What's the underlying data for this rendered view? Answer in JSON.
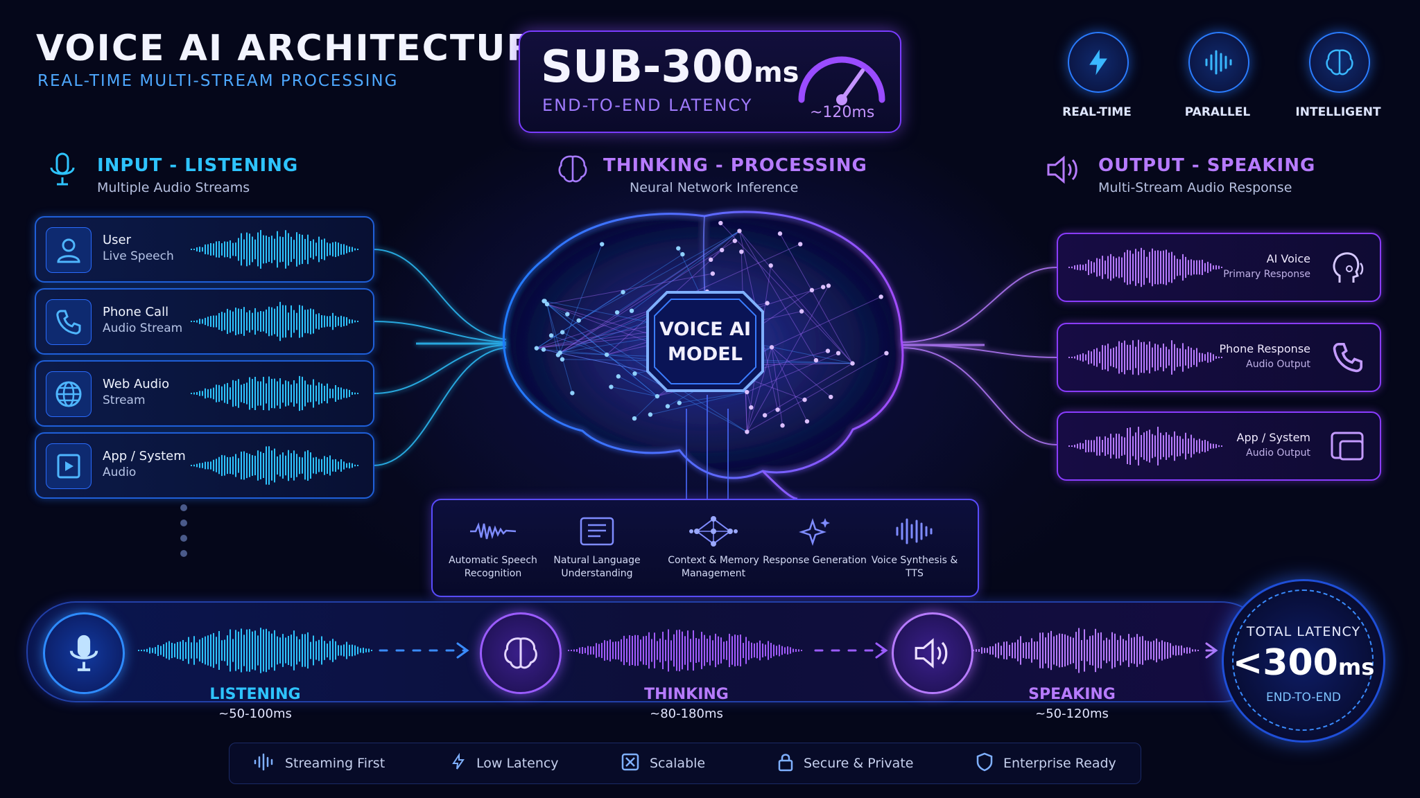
{
  "header": {
    "title": "VOICE AI ARCHITECTURE",
    "subtitle": "REAL-TIME MULTI-STREAM PROCESSING"
  },
  "latency_box": {
    "value": "SUB-300",
    "unit": "ms",
    "caption": "END-TO-END LATENCY",
    "gauge_value": "~120ms"
  },
  "badges": [
    {
      "icon": "lightning-icon",
      "label": "REAL-TIME"
    },
    {
      "icon": "waveform-icon",
      "label": "PARALLEL"
    },
    {
      "icon": "brain-icon",
      "label": "INTELLIGENT"
    }
  ],
  "sections": {
    "input": {
      "title": "INPUT - LISTENING",
      "subtitle": "Multiple Audio Streams"
    },
    "thinking": {
      "title": "THINKING - PROCESSING",
      "subtitle": "Neural Network Inference"
    },
    "output": {
      "title": "OUTPUT - SPEAKING",
      "subtitle": "Multi-Stream Audio Response"
    }
  },
  "inputs": [
    {
      "title": "User",
      "subtitle": "Live Speech",
      "icon": "user-icon"
    },
    {
      "title": "Phone Call",
      "subtitle": "Audio Stream",
      "icon": "phone-icon"
    },
    {
      "title": "Web Audio",
      "subtitle": "Stream",
      "icon": "globe-icon"
    },
    {
      "title": "App / System",
      "subtitle": "Audio",
      "icon": "play-icon"
    }
  ],
  "outputs": [
    {
      "title": "AI Voice",
      "subtitle": "Primary Response",
      "icon": "speaking-head-icon"
    },
    {
      "title": "Phone Response",
      "subtitle": "Audio Output",
      "icon": "phone-icon"
    },
    {
      "title": "App / System",
      "subtitle": "Audio Output",
      "icon": "device-icon"
    }
  ],
  "core": {
    "line1": "VOICE AI",
    "line2": "MODEL"
  },
  "stages": [
    {
      "label": "Automatic Speech Recognition",
      "icon": "wave-icon"
    },
    {
      "label": "Natural Language Understanding",
      "icon": "document-icon"
    },
    {
      "label": "Context & Memory Management",
      "icon": "network-icon"
    },
    {
      "label": "Response Generation",
      "icon": "sparkle-icon"
    },
    {
      "label": "Voice Synthesis & TTS",
      "icon": "waveform-icon"
    }
  ],
  "pipeline": [
    {
      "label": "LISTENING",
      "timing": "~50-100ms",
      "icon": "microphone-icon"
    },
    {
      "label": "THINKING",
      "timing": "~80-180ms",
      "icon": "brain-icon"
    },
    {
      "label": "SPEAKING",
      "timing": "~50-120ms",
      "icon": "speaker-icon"
    }
  ],
  "total": {
    "caption": "TOTAL LATENCY",
    "value": "<300",
    "unit": "ms",
    "subcaption": "END-TO-END"
  },
  "features": [
    {
      "label": "Streaming First",
      "icon": "waveform-icon"
    },
    {
      "label": "Low Latency",
      "icon": "lightning-icon"
    },
    {
      "label": "Scalable",
      "icon": "scale-icon"
    },
    {
      "label": "Secure & Private",
      "icon": "lock-icon"
    },
    {
      "label": "Enterprise Ready",
      "icon": "shield-icon"
    }
  ],
  "colors": {
    "input_accent": "#2ec4ff",
    "output_accent": "#b77bff",
    "background": "#05071a"
  }
}
